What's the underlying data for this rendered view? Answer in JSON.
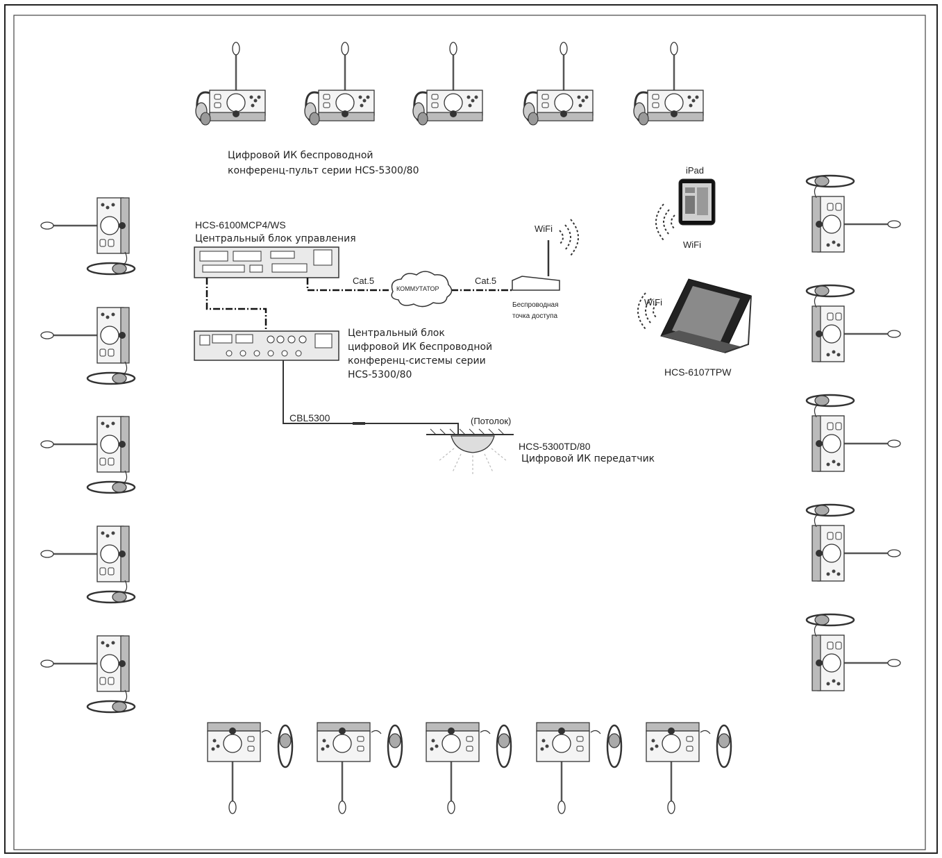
{
  "delegate_unit_label": {
    "line1": "Цифровой ИК беспроводной",
    "line2": "конференц-пульт серии HCS-5300/80"
  },
  "control_unit": {
    "model": "HCS-6100MCP4/WS",
    "name": "Центральный блок управления"
  },
  "wireless_main_unit": {
    "line1": "Центральный блок",
    "line2": "цифровой ИК беспроводной",
    "line3": "конференц-системы серии",
    "line4": "HCS-5300/80"
  },
  "network": {
    "cable_left": "Cat.5",
    "cable_right": "Cat.5",
    "switch": "КОММУТАТОР",
    "wifi_ap": "WiFi",
    "access_point_line1": "Беспроводная",
    "access_point_line2": "точка доступа"
  },
  "tablet": {
    "name": "iPad",
    "wifi": "WiFi"
  },
  "touch_panel": {
    "wifi": "WiFi",
    "model": "HCS-6107TPW"
  },
  "transmitter": {
    "cable": "CBL5300",
    "ceiling": "(Потолок)",
    "model": "HCS-5300TD/80",
    "name": "Цифровой ИК передатчик"
  },
  "layout_info": {
    "top_units": 5,
    "bottom_units": 5,
    "left_units": 5,
    "right_units": 5
  }
}
